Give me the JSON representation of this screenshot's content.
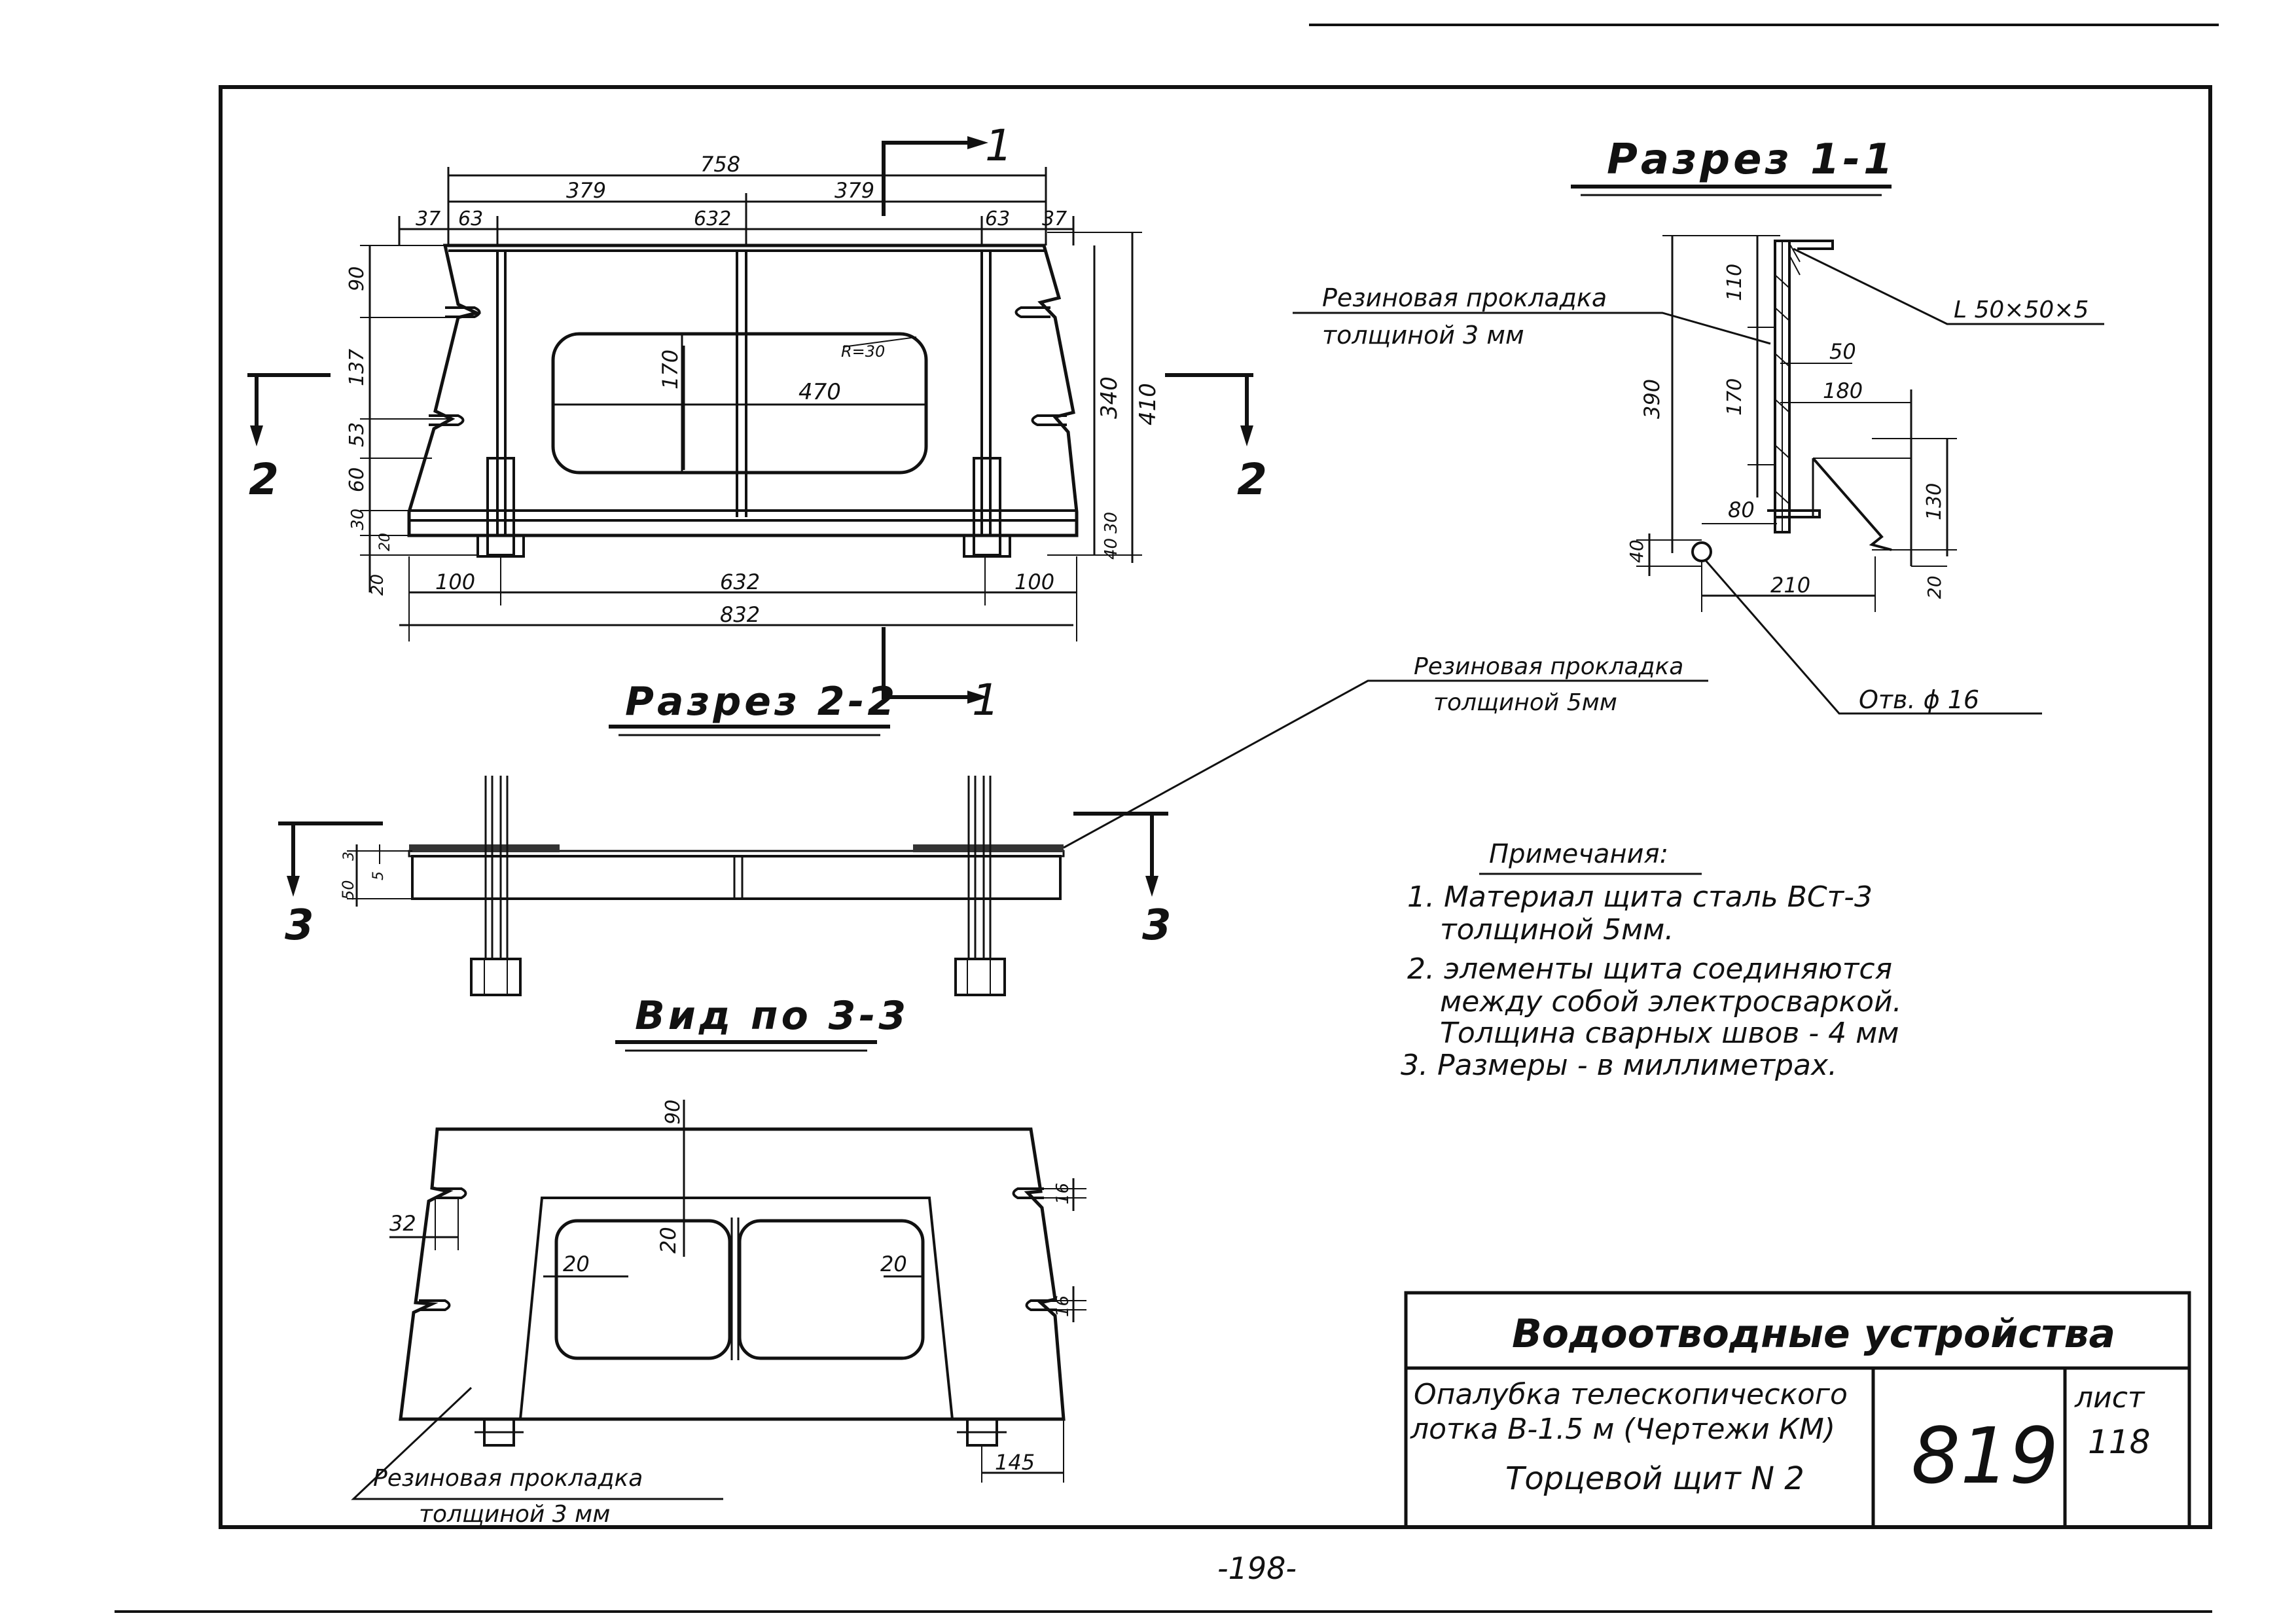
{
  "section_1_1": {
    "title": "Разрез 1-1",
    "label_gasket": "Резиновая прокладка",
    "label_gasket_thickness": "толщиной 3 мм",
    "label_angle": "L 50×50×5",
    "label_hole": "Отв. ϕ 16",
    "dims": [
      "110",
      "170",
      "390",
      "50",
      "180",
      "80",
      "130",
      "40",
      "210",
      "20"
    ]
  },
  "front_view": {
    "section_mark_1": "1",
    "section_mark_2": "2",
    "dim_top_total": "758",
    "dim_top_half_left": "379",
    "dim_top_half_right": "379",
    "dim_top_37_left": "37",
    "dim_top_63_left": "63",
    "dim_top_632": "632",
    "dim_top_63_right": "63",
    "dim_top_37_right": "37",
    "dim_left_90": "90",
    "dim_left_137": "137",
    "dim_left_53": "53",
    "dim_left_60": "60",
    "dim_left_30": "30",
    "dim_left_20a": "20",
    "dim_left_20b": "20",
    "dim_window_h": "170",
    "dim_window_w": "470",
    "dim_radius": "R=30",
    "dim_right_340": "340",
    "dim_right_410": "410",
    "dim_right_30": "30",
    "dim_right_40": "40",
    "dim_bottom_100_left": "100",
    "dim_bottom_632": "632",
    "dim_bottom_100_right": "100",
    "dim_bottom_832": "832"
  },
  "section_2_2": {
    "title": "Разрез 2-2",
    "label_gasket": "Резиновая прокладка",
    "label_gasket_thickness": "толщиной 5мм",
    "section_mark_3": "3",
    "dim_50": "50",
    "dim_3": "3",
    "dim_5": "5"
  },
  "view_3_3": {
    "title": "Вид по 3-3",
    "dim_90": "90",
    "dim_32": "32",
    "dim_20_top": "20",
    "dim_20_left": "20",
    "dim_20_right": "20",
    "dim_16_top": "16",
    "dim_16_bottom": "16",
    "dim_145": "145",
    "label_gasket": "Резиновая прокладка",
    "label_gasket_thickness": "толщиной 3 мм"
  },
  "notes": {
    "title": "Примечания:",
    "items": [
      "1. Материал щита сталь ВСт-3",
      "толщиной 5мм.",
      "2. элементы щита соединяются",
      "между собой электросваркой.",
      "Толщина сварных швов - 4 мм",
      "3. Размеры - в миллиметрах."
    ]
  },
  "title_block": {
    "header": "Водоотводные устройства",
    "desc_line1": "Опалубка телескопического",
    "desc_line2": "лотка В-1.5 м (Чертежи КМ)",
    "desc_line3": "Торцевой щит N 2",
    "code": "819",
    "sheet_label": "лист",
    "sheet_number": "118"
  },
  "page_number": "-198-"
}
